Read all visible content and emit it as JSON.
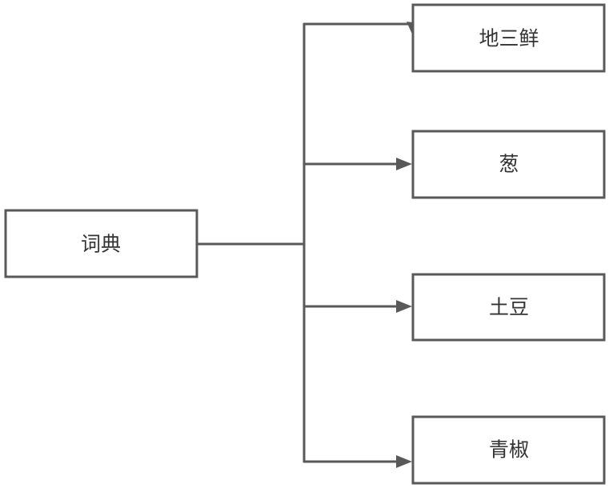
{
  "diagram": {
    "root": {
      "label": "词典"
    },
    "children": [
      {
        "label": "地三鲜"
      },
      {
        "label": "葱"
      },
      {
        "label": "土豆"
      },
      {
        "label": "青椒"
      }
    ]
  },
  "colors": {
    "stroke": "#595959",
    "fill": "#ffffff",
    "text": "#333333"
  }
}
